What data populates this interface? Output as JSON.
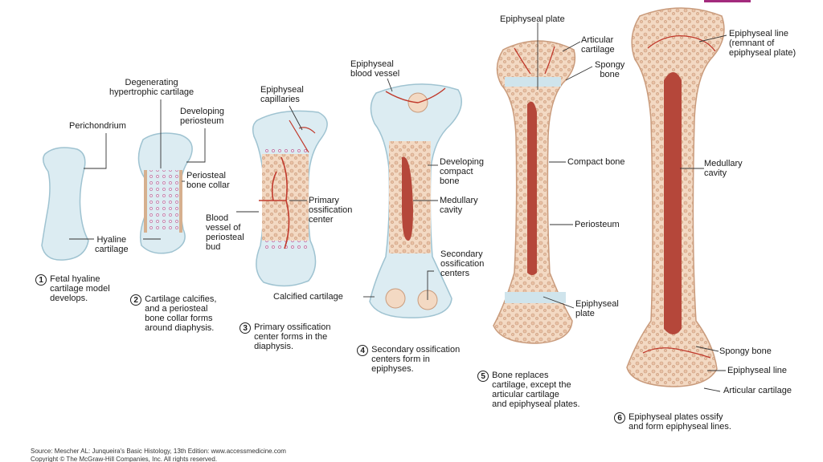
{
  "colors": {
    "cartilage": "#dcecf2",
    "cartilage_edge": "#9fc3d1",
    "bone": "#f4dcc6",
    "bone_edge": "#c79c7e",
    "vessel": "#c0392b",
    "marrow": "#b5473a",
    "line": "#333333",
    "accent_bar": "#a32a7d"
  },
  "labels": {
    "perichondrium": "Perichondrium",
    "degenerating": "Degenerating\nhypertrophic cartilage",
    "developing_periosteum": "Developing\nperiosteum",
    "periosteal_collar": "Periosteal\nbone collar",
    "hyaline_cartilage": "Hyaline\ncartilage",
    "epiphyseal_capillaries": "Epiphyseal\ncapillaries",
    "blood_vessel_bud": "Blood\nvessel of\nperiosteal\nbud",
    "primary_center": "Primary\nossification\ncenter",
    "calcified_cartilage": "Calcified cartilage",
    "epiphyseal_blood_vessel": "Epiphyseal\nblood vessel",
    "developing_compact": "Developing\ncompact\nbone",
    "medullary_cavity_4": "Medullary\ncavity",
    "secondary_centers": "Secondary\nossification\ncenters",
    "epiphyseal_plate_top": "Epiphyseal plate",
    "articular_cartilage_top": "Articular\ncartilage",
    "spongy_bone_top": "Spongy\nbone",
    "compact_bone": "Compact bone",
    "periosteum": "Periosteum",
    "epiphyseal_plate_5": "Epiphyseal\nplate",
    "epiphyseal_line_top": "Epiphyseal line\n(remnant of\nepiphyseal plate)",
    "medullary_cavity_6": "Medullary\ncavity",
    "spongy_bone_6": "Spongy bone",
    "epiphyseal_line_6": "Epiphyseal line",
    "articular_cartilage_6": "Articular cartilage"
  },
  "steps": [
    {
      "num": "1",
      "text": "Fetal hyaline\ncartilage model\ndevelops."
    },
    {
      "num": "2",
      "text": "Cartilage calcifies,\nand a periosteal\nbone collar forms\naround diaphysis."
    },
    {
      "num": "3",
      "text": "Primary ossification\ncenter forms in the\ndiaphysis."
    },
    {
      "num": "4",
      "text": "Secondary ossification\ncenters form in\nepiphyses."
    },
    {
      "num": "5",
      "text": "Bone replaces\ncartilage, except the\narticular cartilage\nand epiphyseal plates."
    },
    {
      "num": "6",
      "text": "Epiphyseal plates ossify\nand form epiphyseal lines."
    }
  ],
  "source": {
    "line1": "Source: Mescher AL: Junqueira's Basic Histology, 13th Edition: www.accessmedicine.com",
    "line2": "Copyright © The McGraw-Hill Companies, Inc. All rights reserved."
  }
}
